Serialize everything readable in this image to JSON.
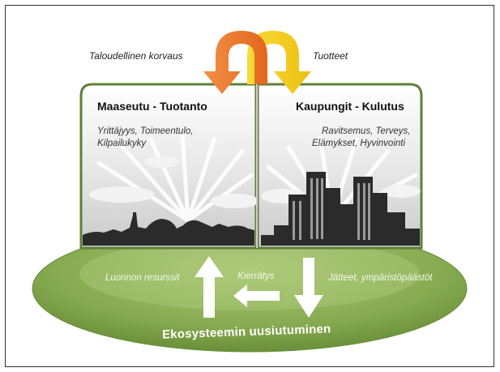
{
  "top_flows": {
    "left_label": "Taloudellinen korvaus",
    "right_label": "Tuotteet"
  },
  "panels": {
    "rural": {
      "title": "Maaseutu - Tuotanto",
      "subtitle_line1": "Yrittäjyys, Toimeentulo,",
      "subtitle_line2": "Kilpailukyky"
    },
    "urban": {
      "title": "Kaupungit - Kulutus",
      "subtitle_line1": "Ravitsemus, Terveys,",
      "subtitle_line2": "Elämykset, Hyvinvointi"
    }
  },
  "ground": {
    "left_label": "Luonnon resurssit",
    "center_label": "Kierrätys",
    "right_label": "Jätteet, ympäristöpäästöt",
    "bottom_label": "Ekosysteemin uusiutuminen"
  },
  "colors": {
    "orange_arrow": "#ea7a2c",
    "yellow_arrow": "#f3cb1c",
    "ground_green": "#8fb25a",
    "panel_border": "#5f7f3a"
  }
}
